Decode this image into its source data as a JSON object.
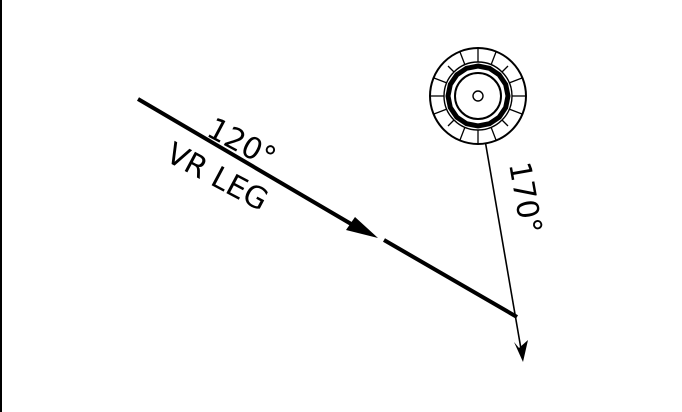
{
  "diagram": {
    "inbound_course_label": "120°",
    "leg_label": "VR LEG",
    "outbound_course_label": "170°",
    "stroke_color": "#000000",
    "background_color": "#ffffff",
    "station_symbol": "vor-dme-station-icon"
  }
}
